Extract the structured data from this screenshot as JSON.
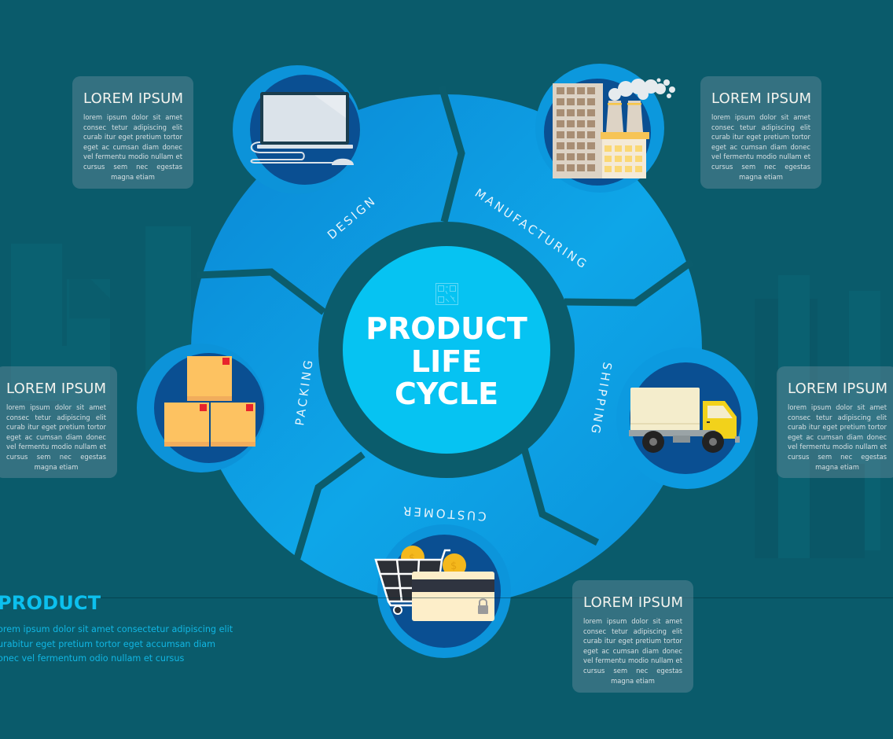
{
  "diagram": {
    "type": "cycle",
    "center": {
      "title_lines": [
        "PRODUCT",
        "LIFE",
        "CYCLE"
      ],
      "icon": "qr-code-icon"
    },
    "stages": [
      {
        "label": "DESIGN",
        "icon": "laptop-icon",
        "box_title": "LOREM IPSUM"
      },
      {
        "label": "MANUFACTURING",
        "icon": "factory-icon",
        "box_title": "LOREM IPSUM"
      },
      {
        "label": "SHIPPING",
        "icon": "truck-icon",
        "box_title": "LOREM IPSUM"
      },
      {
        "label": "CUSTOMER",
        "icon": "shopping-cart-icon",
        "box_title": "LOREM IPSUM"
      },
      {
        "label": "PACKING",
        "icon": "boxes-icon",
        "box_title": "LOREM IPSUM"
      }
    ],
    "flow": [
      "DESIGN",
      "MANUFACTURING",
      "SHIPPING",
      "CUSTOMER",
      "PACKING"
    ]
  },
  "boxes": {
    "design": {
      "title": "LOREM IPSUM",
      "body": "lorem ipsum dolor sit amet consec tetur adipiscing elit curab itur eget pretium tortor eget ac cumsan diam donec vel fermentu modio nullam et cursus sem nec egestas magna etiam"
    },
    "manufacturing": {
      "title": "LOREM IPSUM",
      "body": "lorem ipsum dolor sit amet consec tetur adipiscing elit curab itur eget pretium tortor eget ac cumsan diam donec vel fermentu modio nullam et cursus sem nec egestas magna etiam"
    },
    "packing": {
      "title": "LOREM IPSUM",
      "body": "lorem ipsum dolor sit amet consec tetur adipiscing elit curab itur eget pretium tortor eget ac cumsan diam donec vel fermentu modio nullam et cursus sem nec egestas magna etiam"
    },
    "shipping": {
      "title": "LOREM IPSUM",
      "body": "lorem ipsum dolor sit amet consec tetur adipiscing elit curab itur eget pretium tortor eget ac cumsan diam donec vel fermentu modio nullam et cursus sem nec egestas magna etiam"
    },
    "customer": {
      "title": "LOREM IPSUM",
      "body": "lorem ipsum dolor sit amet consec tetur adipiscing elit curab itur eget pretium tortor eget ac cumsan diam donec vel fermentu modio nullam et cursus sem nec egestas magna etiam"
    }
  },
  "footer": {
    "title": "PRODUCT",
    "lines": [
      "orem ipsum dolor sit amet consectetur adipiscing elit",
      "urabitur eget pretium tortor eget accumsan diam",
      "onec vel fermentum odio nullam et cursus"
    ]
  },
  "colors": {
    "background": "#0a5b6b",
    "wheel_light": "#0fb4ef",
    "wheel_dark": "#0a8fd8",
    "separator": "#0b5c6c",
    "center_circle": "#06c3f2",
    "icon_ring": "#0c96dc",
    "icon_inner": "#0a4f92",
    "accent_text": "#0cc0ee",
    "box_fill": "rgba(120,150,165,0.38)"
  }
}
